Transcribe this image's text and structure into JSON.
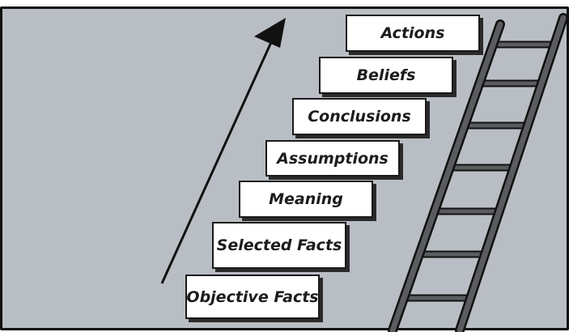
{
  "steps": [
    {
      "label": "Objective Facts"
    },
    {
      "label": "Selected Facts"
    },
    {
      "label": "Meaning"
    },
    {
      "label": "Assumptions"
    },
    {
      "label": "Conclusions"
    },
    {
      "label": "Beliefs"
    },
    {
      "label": "Actions"
    }
  ],
  "colors": {
    "background": "#b9bec4",
    "step_fill": "#ffffff",
    "outline": "#1a1a1a",
    "ladder": "#5a5c60"
  },
  "icons": {
    "arrow": "up-right-arrow-icon",
    "ladder": "ladder-icon"
  }
}
